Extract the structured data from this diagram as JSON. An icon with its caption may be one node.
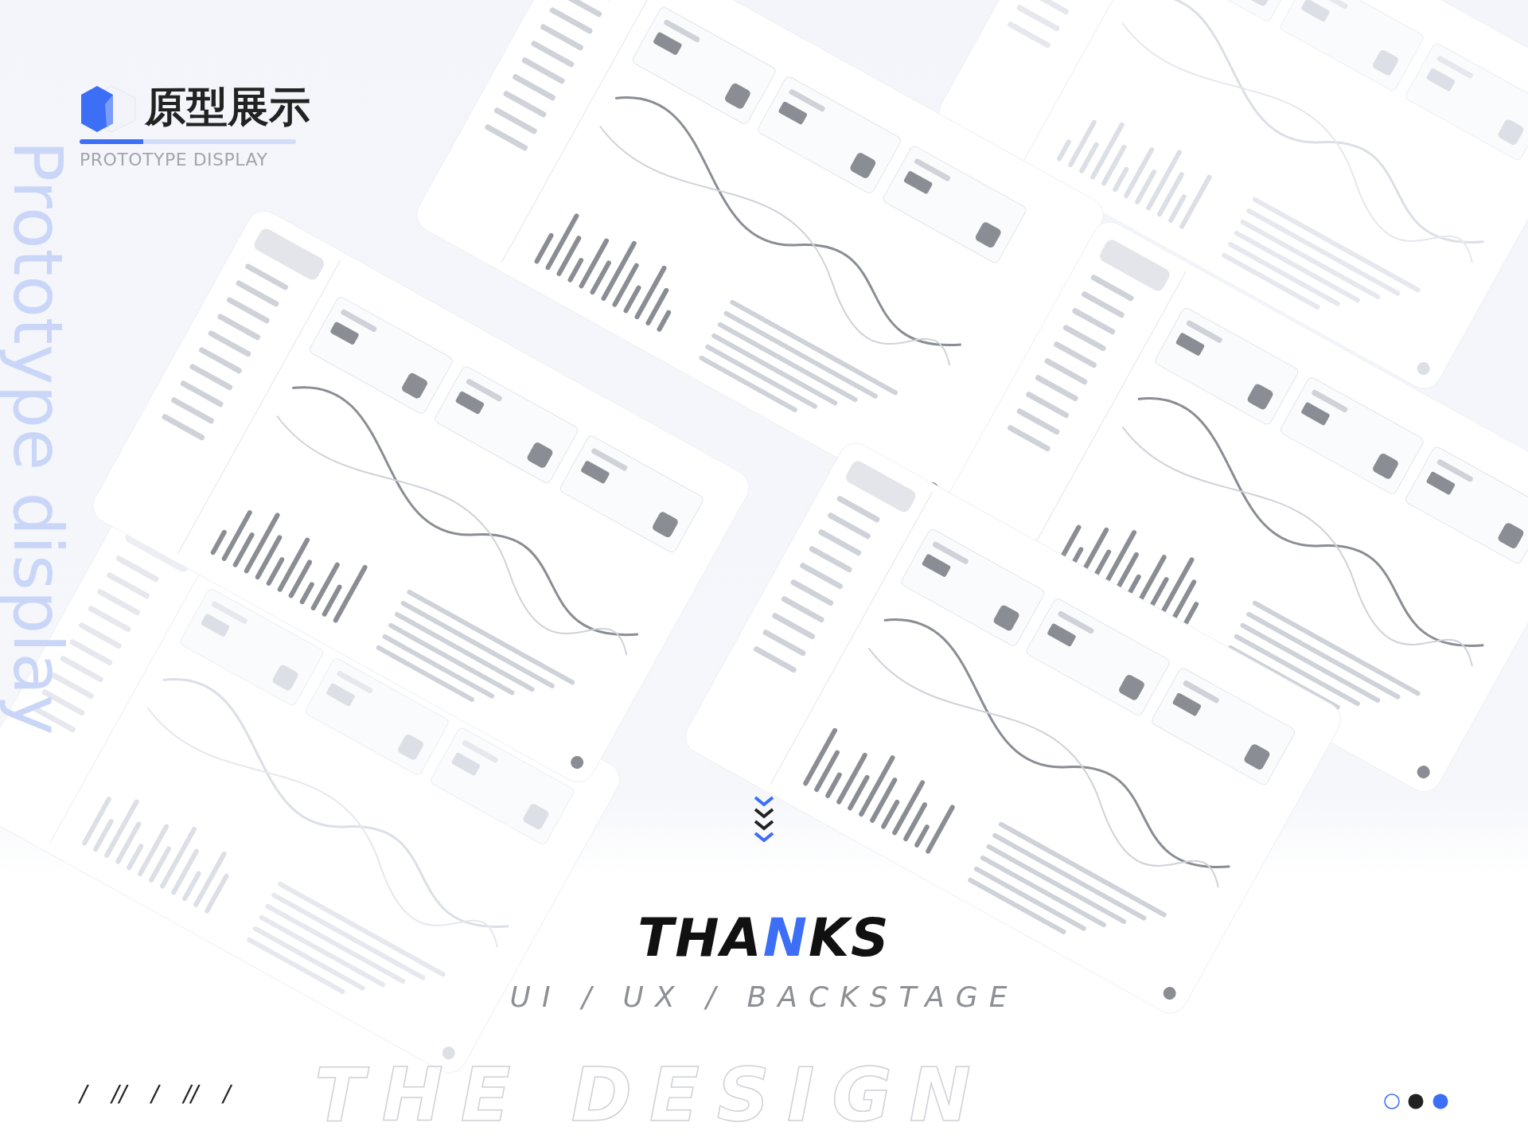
{
  "diagram": {
    "title": "原型展示",
    "labels": [
      "Prototype display",
      "PROTOTYPE DISPLAY",
      "THANKS",
      "UI / UX / BACKSTAGE",
      "/ // / // /",
      "THE DESIGN"
    ]
  }
}
